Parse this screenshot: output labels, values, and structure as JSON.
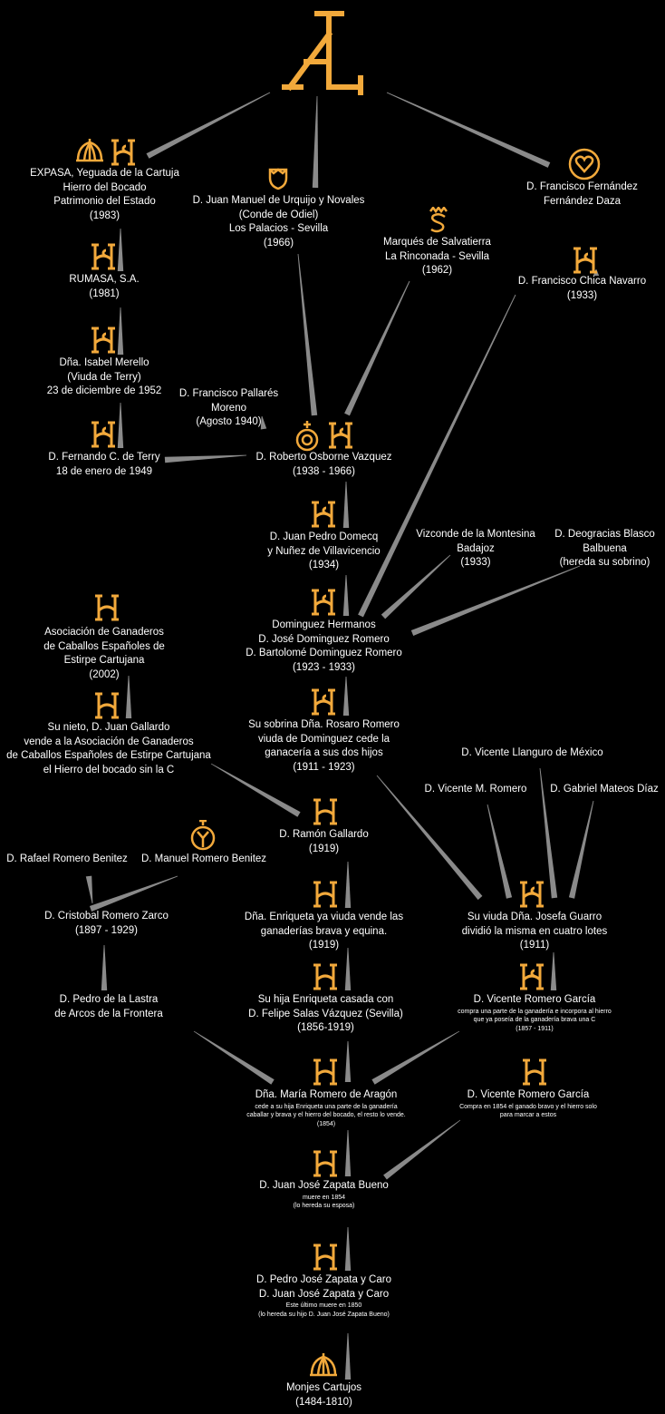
{
  "colors": {
    "background": "#000000",
    "text": "#ffffff",
    "brand": "#f2a93b",
    "line": "#8a8a8a"
  },
  "nodes": {
    "expasa": [
      "EXPASA, Yeguada de la Cartuja",
      "Hierro del Bocado",
      "Patrimonio del Estado",
      "(1983)"
    ],
    "rumasa": [
      "RUMASA, S.A.",
      "(1981)"
    ],
    "merello": [
      "Dña. Isabel Merello",
      "(Viuda de Terry)",
      "23 de diciembre de 1952"
    ],
    "terry": [
      "D. Fernando C. de Terry",
      "18 de enero de 1949"
    ],
    "urquijo": [
      "D. Juan Manuel de Urquijo y Novales",
      "(Conde de Odiel)",
      "Los Palacios - Sevilla",
      "(1966)"
    ],
    "salvatierra": [
      "Marqués de Salvatierra",
      "La Rinconada - Sevilla",
      "(1962)"
    ],
    "fernandez_daza": [
      "D. Francisco Fernández",
      "Fernández Daza"
    ],
    "chica": [
      "D. Francisco Chica Navarro",
      "(1933)"
    ],
    "pallares": [
      "D. Francisco Pallarés",
      "Moreno",
      "(Agosto 1940)"
    ],
    "osborne": [
      "D. Roberto Osborne Vazquez",
      "(1938 - 1966)"
    ],
    "domecq": [
      "D. Juan Pedro Domecq",
      "y Nuñez de Villavicencio",
      "(1934)"
    ],
    "montesina": [
      "Vizconde de la Montesina",
      "Badajoz",
      "(1933)"
    ],
    "blasco": [
      "D. Deogracias Blasco",
      "Balbuena",
      "(hereda su sobrino)"
    ],
    "dominguez": [
      "Dominguez Hermanos",
      "D. José Dominguez Romero",
      "D. Bartolomé Dominguez Romero",
      "(1923 - 1933)"
    ],
    "asociacion": [
      "Asociación de Ganaderos",
      "de Caballos Españoles de",
      "Estirpe Cartujana",
      "(2002)"
    ],
    "nieto": [
      "Su nieto, D. Juan Gallardo",
      "vende a la Asociación de Ganaderos",
      "de Caballos Españoles de Estirpe Cartujana",
      "el Hierro del bocado sin la C"
    ],
    "rosario": [
      "Su sobrina Dña. Rosaro Romero",
      "viuda de Dominguez cede la",
      "ganacería a sus dos hijos",
      "(1911 - 1923)"
    ],
    "llanguro": [
      "D. Vicente Llanguro de México"
    ],
    "vicente_m": [
      "D. Vicente M. Romero"
    ],
    "mateos": [
      "D. Gabriel Mateos Díaz"
    ],
    "gallardo": [
      "D. Ramón Gallardo",
      "(1919)"
    ],
    "rafael": [
      "D. Rafael Romero Benitez"
    ],
    "manuel": [
      "D. Manuel Romero Benitez"
    ],
    "cristobal": [
      "D. Cristobal Romero Zarco",
      "(1897 - 1929)"
    ],
    "enriqueta": [
      "Dña. Enriqueta ya viuda vende las",
      "ganaderías brava y equina.",
      "(1919)"
    ],
    "guarro": [
      "Su viuda Dña. Josefa Guarro",
      "dividió la misma en cuatro lotes",
      "(1911)"
    ],
    "lastra": [
      "D. Pedro de la Lastra",
      "de Arcos de la Frontera"
    ],
    "salas": [
      "Su hija Enriqueta casada con",
      "D. Felipe Salas Vázquez   (Sevilla)",
      "(1856-1919)"
    ],
    "vrg1": [
      "D. Vicente Romero García"
    ],
    "vrg1_small": [
      "compra una parte de la ganadería e incorpora al hierro",
      "que ya poseía de la ganadería brava una C",
      "(1857 - 1911)"
    ],
    "aragon": [
      "Dña. María Romero de Aragón"
    ],
    "aragon_small": [
      "cede a su hija Enriqueta una parte de la ganadería",
      "caballar y brava y el hierro del bocado, el resto lo vende.",
      "(1854)"
    ],
    "vrg2": [
      "D. Vicente Romero García"
    ],
    "vrg2_small": [
      "Compra en 1854 el ganado bravo y el hierro solo",
      "para marcar a estos"
    ],
    "zapata": [
      "D. Juan José Zapata Bueno"
    ],
    "zapata_small": [
      "muere en 1854",
      "(lo hereda su esposa)"
    ],
    "zapata_caro": [
      "D. Pedro José Zapata y Caro",
      "D. Juan José Zapata y Caro"
    ],
    "zapata_caro_small": [
      "Este último muere en 1850",
      "(lo hereda su hijo D. Juan José Zapata Bueno)"
    ],
    "monjes": [
      "Monjes Cartujos",
      "(1484-1810)"
    ]
  }
}
